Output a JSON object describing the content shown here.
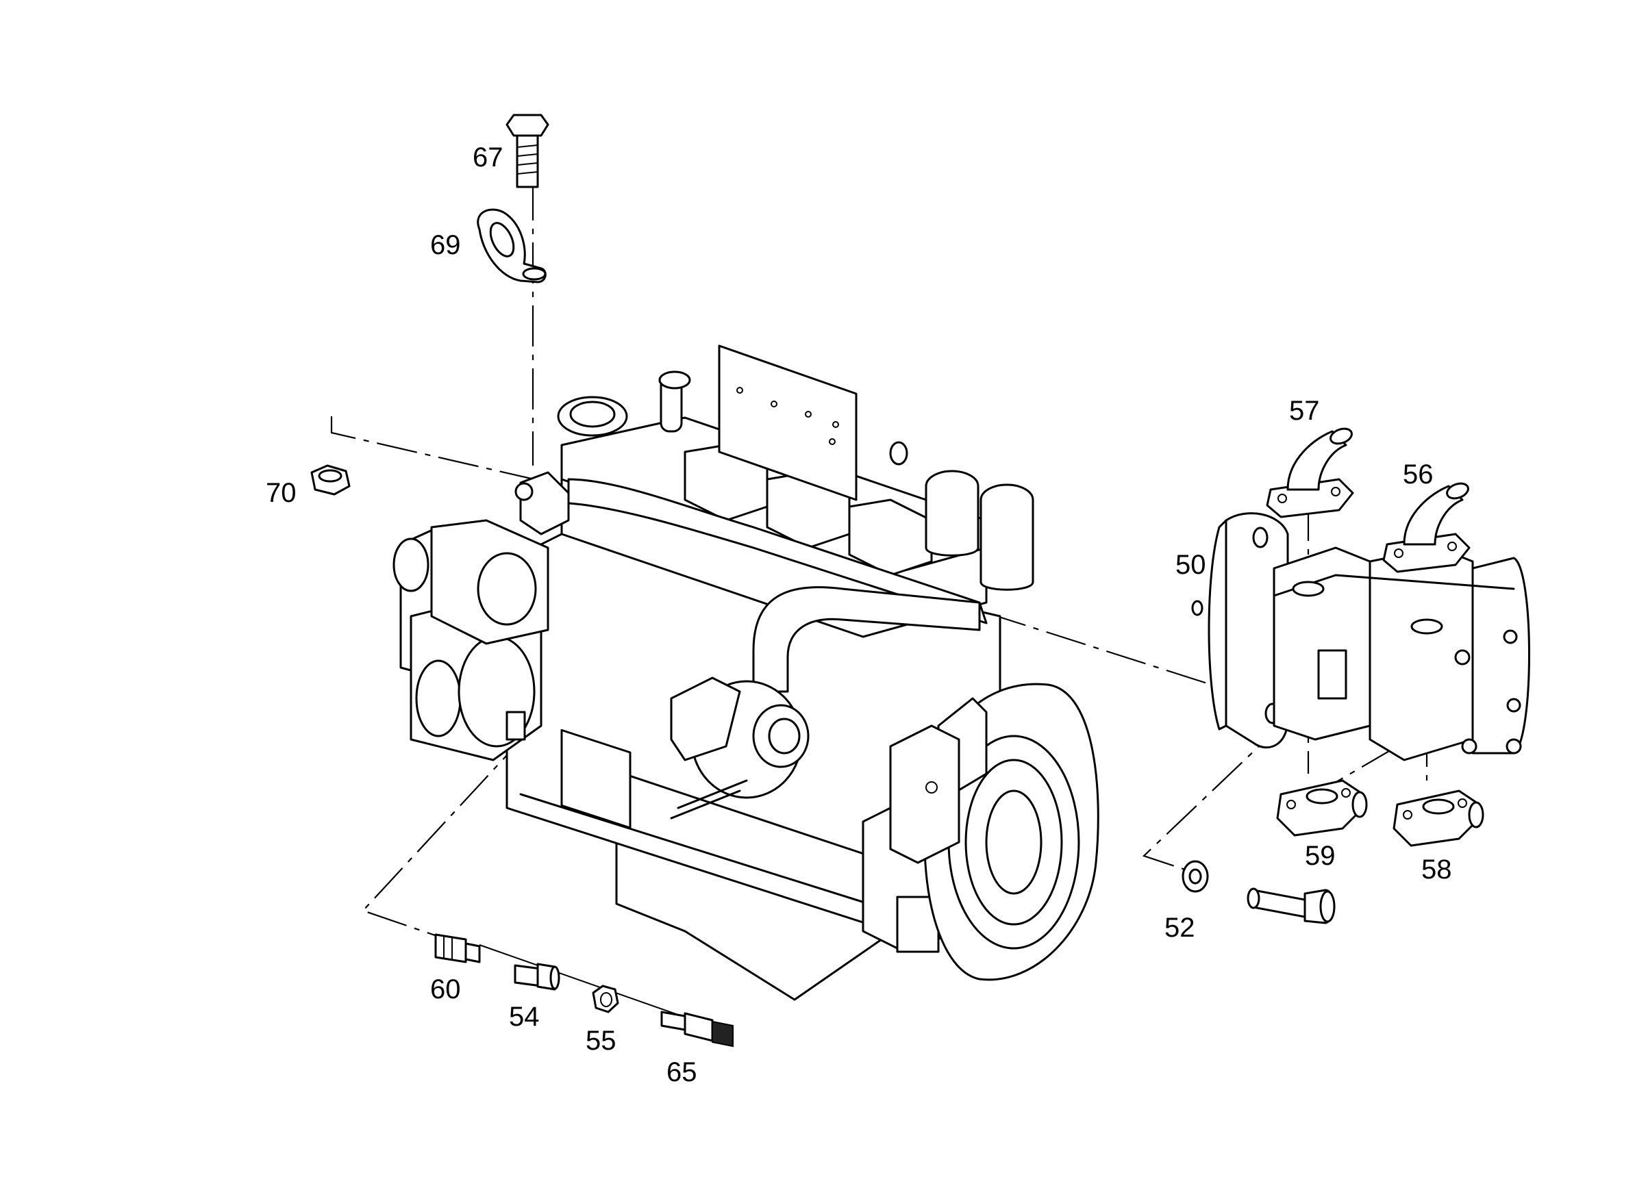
{
  "callouts": {
    "c67": "67",
    "c69": "69",
    "c70": "70",
    "c57": "57",
    "c56": "56",
    "c50": "50",
    "c59": "59",
    "c58": "58",
    "c52": "52",
    "c60": "60",
    "c54": "54",
    "c55": "55",
    "c65": "65"
  }
}
